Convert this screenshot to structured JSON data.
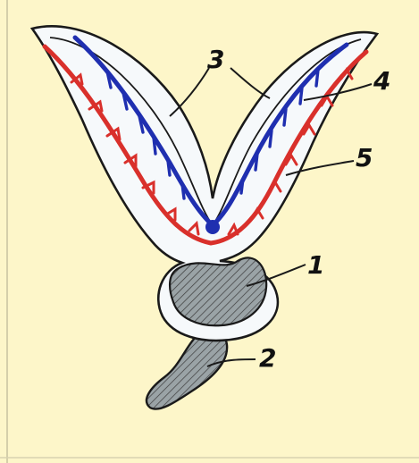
{
  "colors": {
    "background": "#fdf6c9",
    "outline": "#1a1a1a",
    "body_fill": "#f6f9fb",
    "blue_vessel": "#1f2fb0",
    "red_vessel": "#d9302b",
    "hatched_fill": "#9aa3a6"
  },
  "labels": {
    "l1": "1",
    "l2": "2",
    "l3": "3",
    "l4": "4",
    "l5": "5"
  }
}
